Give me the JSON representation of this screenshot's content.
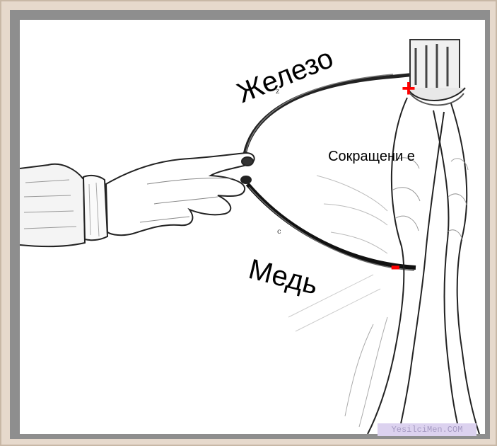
{
  "labels": {
    "iron": "Железо",
    "copper": "Медь",
    "contraction": "Сокращени е",
    "plus": "+",
    "minus": "-"
  },
  "watermark": "YesilciMen.COM",
  "colors": {
    "outer_background": "#e6d9cc",
    "frame_border": "#8e8e8e",
    "canvas": "#ffffff",
    "sign": "#ff0000",
    "ink": "#000000"
  },
  "icons": {
    "hand": "hand-icon",
    "frog_legs": "frog-legs-icon",
    "iron_wire": "iron-wire-icon",
    "copper_wire": "copper-wire-icon"
  }
}
